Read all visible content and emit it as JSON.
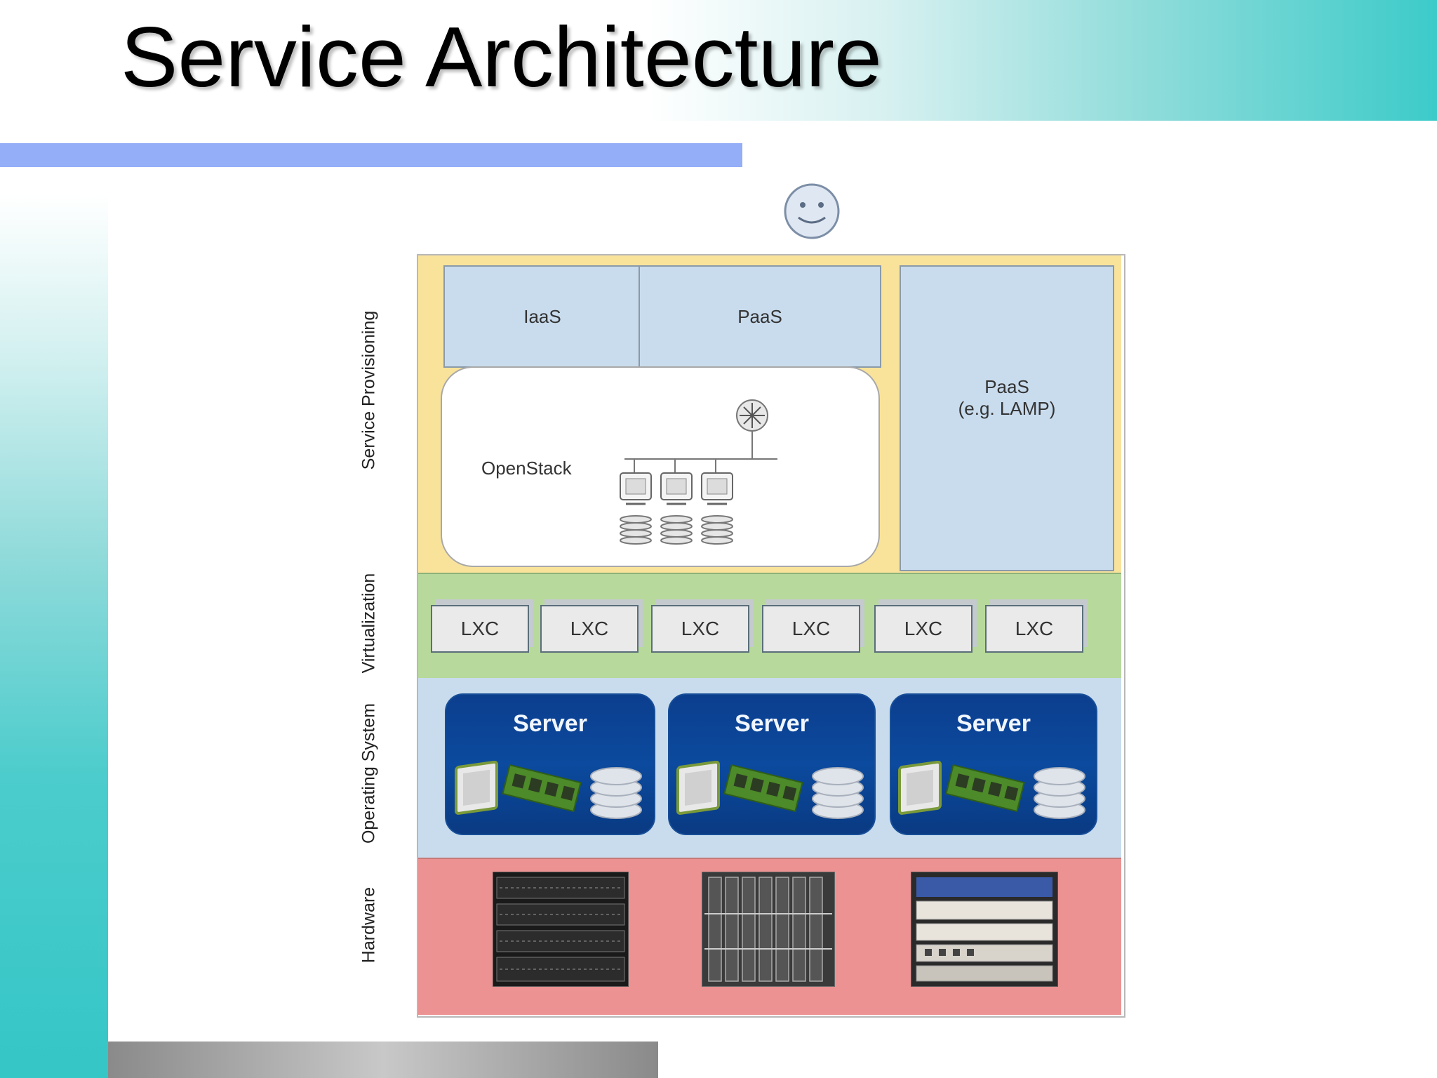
{
  "slide": {
    "title": "Service Architecture"
  },
  "colors": {
    "provisioning": "#f9e39b",
    "virtualization": "#b7d99b",
    "operating_system": "#c9dcee",
    "hardware": "#ec9292",
    "blue_box": "#c9dcee",
    "server": "#0b4394"
  },
  "layers": {
    "provisioning": "Service Provisioning",
    "virtualization": "Virtualization",
    "operating_system": "Operating System",
    "hardware": "Hardware"
  },
  "provisioning": {
    "iaas": "IaaS",
    "paas": "PaaS",
    "paas_example_line1": "PaaS",
    "paas_example_line2": "(e.g. LAMP)",
    "openstack": "OpenStack"
  },
  "virtualization": {
    "containers": [
      "LXC",
      "LXC",
      "LXC",
      "LXC",
      "LXC",
      "LXC"
    ]
  },
  "operating_system": {
    "servers": [
      "Server",
      "Server",
      "Server"
    ]
  },
  "icons": [
    "user-smiley-icon",
    "router-icon",
    "monitor-icon",
    "database-icon",
    "cpu-chip-icon",
    "ram-module-icon",
    "blade-server-rack-icon",
    "network-switch-icon"
  ]
}
